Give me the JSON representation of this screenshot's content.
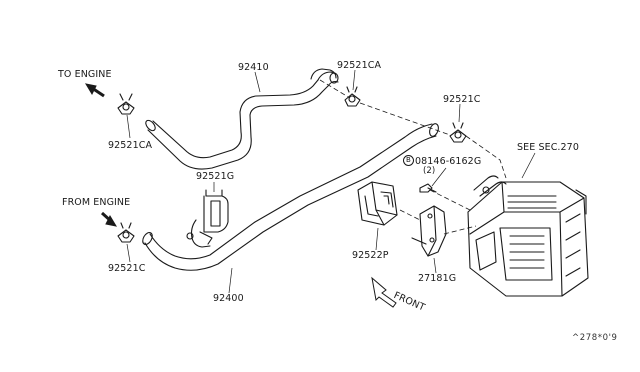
{
  "labels": {
    "to_engine": "TO ENGINE",
    "from_engine": "FROM ENGINE",
    "hose_92410": "92410",
    "hose_92400": "92400",
    "clamp_92521ca_top": "92521CA",
    "clamp_92521ca_left": "92521CA",
    "clamp_92521c_top": "92521C",
    "clamp_92521c_left": "92521C",
    "clip_92521g": "92521G",
    "bracket_92522p": "92522P",
    "bracket_27181g": "27181G",
    "bolt_prefix": "B",
    "bolt_part": "08146-6162G",
    "bolt_qty": "(2)",
    "see_sec": "SEE SEC.270",
    "front": "FRONT",
    "ref_code": "^278*0'9"
  }
}
